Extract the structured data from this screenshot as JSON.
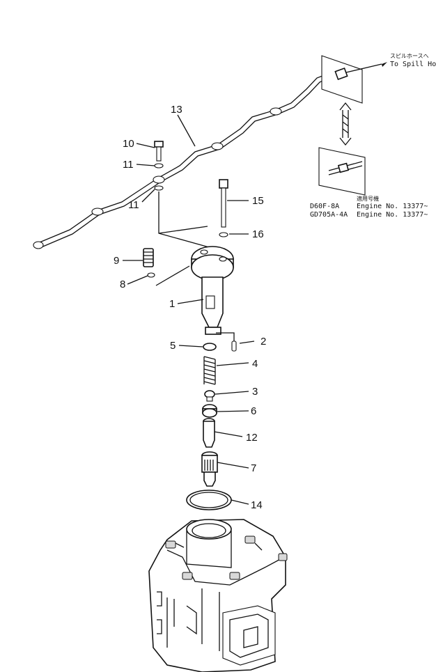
{
  "callouts": {
    "p1": "1",
    "p2": "2",
    "p3": "3",
    "p4": "4",
    "p5": "5",
    "p6": "6",
    "p7": "7",
    "p8": "8",
    "p9": "9",
    "p10": "10",
    "p11a": "11",
    "p11b": "11",
    "p12": "12",
    "p13": "13",
    "p14": "14",
    "p15": "15",
    "p16": "16"
  },
  "spill_hose": {
    "label_jp": "スピルホースへ",
    "label_en": "To Spill Hose"
  },
  "applicability": {
    "header_jp": "適用号機",
    "row1_model": "D60F-8A",
    "row1_engine": "Engine  No. 13377~",
    "row2_model": "GD705A-4A",
    "row2_engine": "Engine  No. 13377~"
  }
}
